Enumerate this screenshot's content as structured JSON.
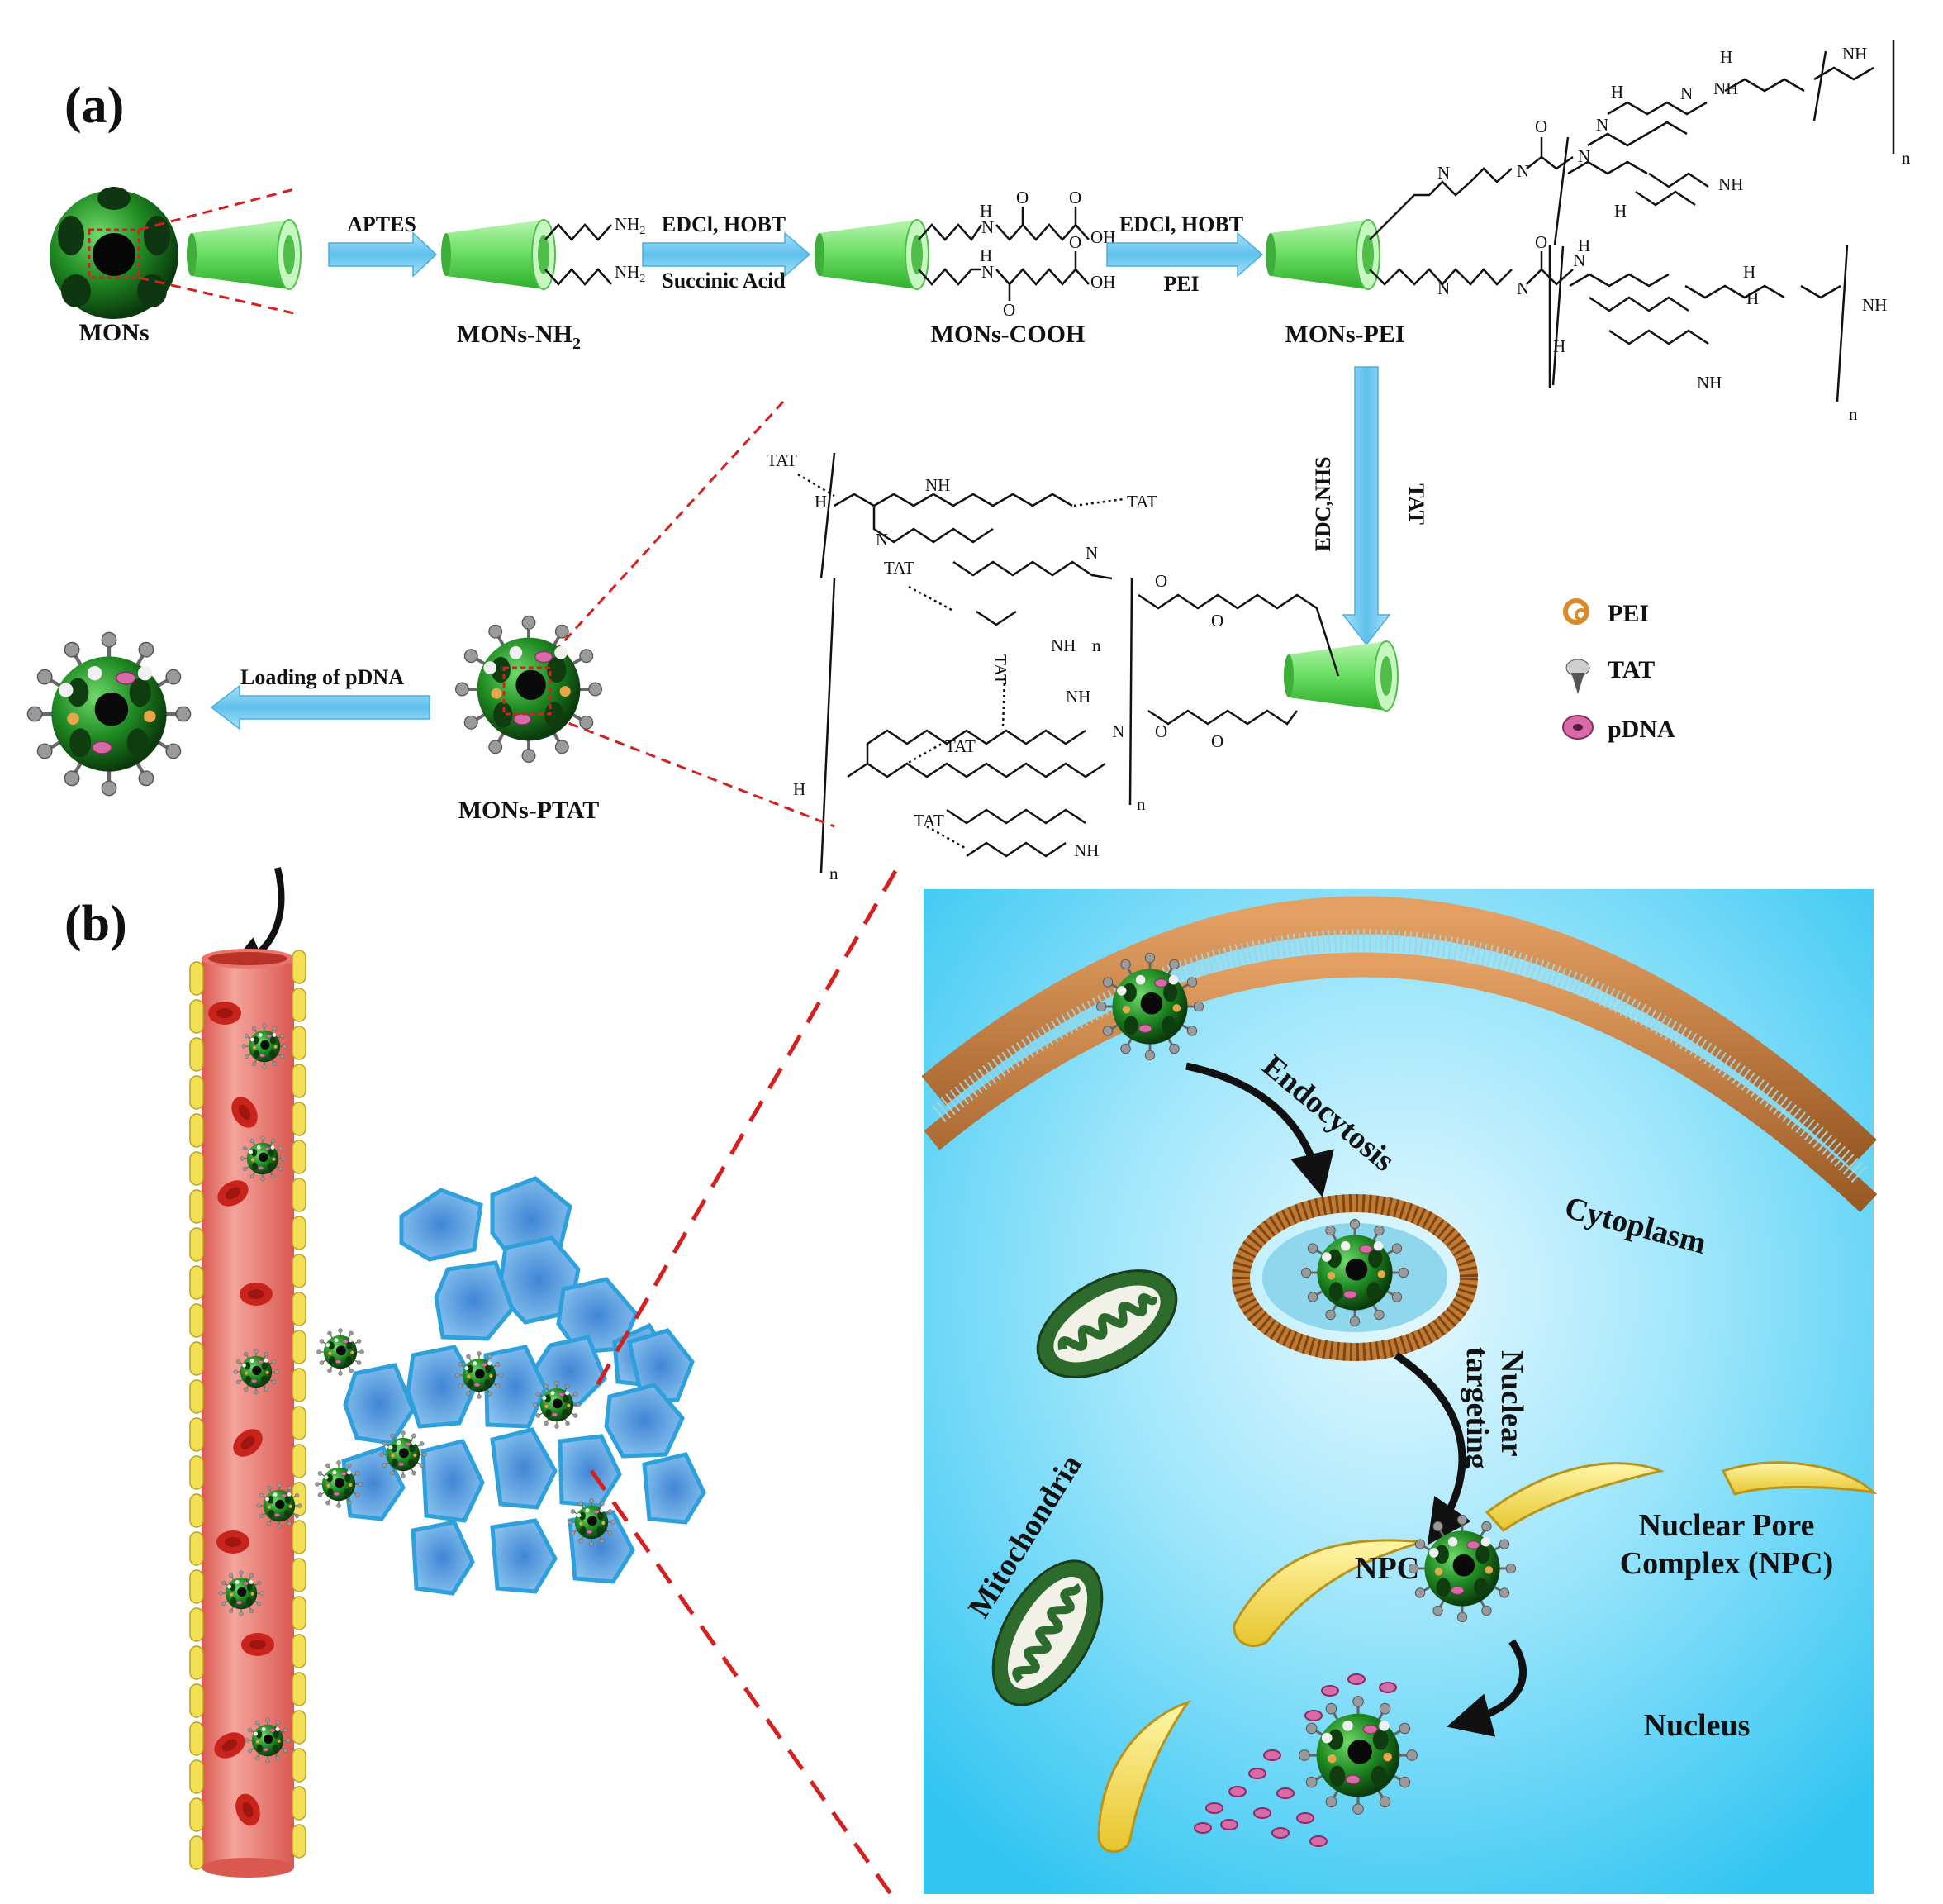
{
  "panels": {
    "a": "(a)",
    "b": "(b)"
  },
  "stages": {
    "mons": "MONs",
    "mons_nh2": "MONs-NH",
    "mons_nh2_sub": "2",
    "mons_cooh": "MONs-COOH",
    "mons_pei": "MONs-PEI",
    "mons_ptat": "MONs-PTAT"
  },
  "arrows": {
    "aptes": "APTES",
    "edcl_hobt_1": "EDCl, HOBT",
    "succinic": "Succinic Acid",
    "edcl_hobt_2": "EDCl, HOBT",
    "pei": "PEI",
    "edc_nhs": "EDC,NHS",
    "tat": "TAT",
    "loading": "Loading of pDNA"
  },
  "chem": {
    "nh2": "NH",
    "sub2": "2",
    "h2n": "H",
    "n": "N",
    "h": "H",
    "o": "O",
    "oh": "OH",
    "tat": "TAT",
    "subscript_n": "n"
  },
  "legend": {
    "pei": "PEI",
    "tat": "TAT",
    "pdna": "pDNA"
  },
  "cell": {
    "endocytosis": "Endocytosis",
    "cytoplasm": "Cytoplasm",
    "nuclear": "Nuclear",
    "targeting": "targeting",
    "mitochondria": "Mitochondria",
    "npc": "NPC",
    "npc_full_1": "Nuclear Pore",
    "npc_full_2": "Complex (NPC)",
    "nucleus": "Nucleus"
  },
  "colors": {
    "particle_green": "#1f7a1f",
    "cone_green": "#7ee67a",
    "arrow_blue": "#6ec6ee",
    "cell_bg": "#58d3f5",
    "vessel": "#e9766e",
    "rbc": "#c8241c",
    "tumor_cell": "#5ba7e3",
    "membrane": "#c9803a",
    "npc_yellow": "#f6e35c",
    "mito_green": "#2d6b2d",
    "dashed_red": "#d62020"
  }
}
